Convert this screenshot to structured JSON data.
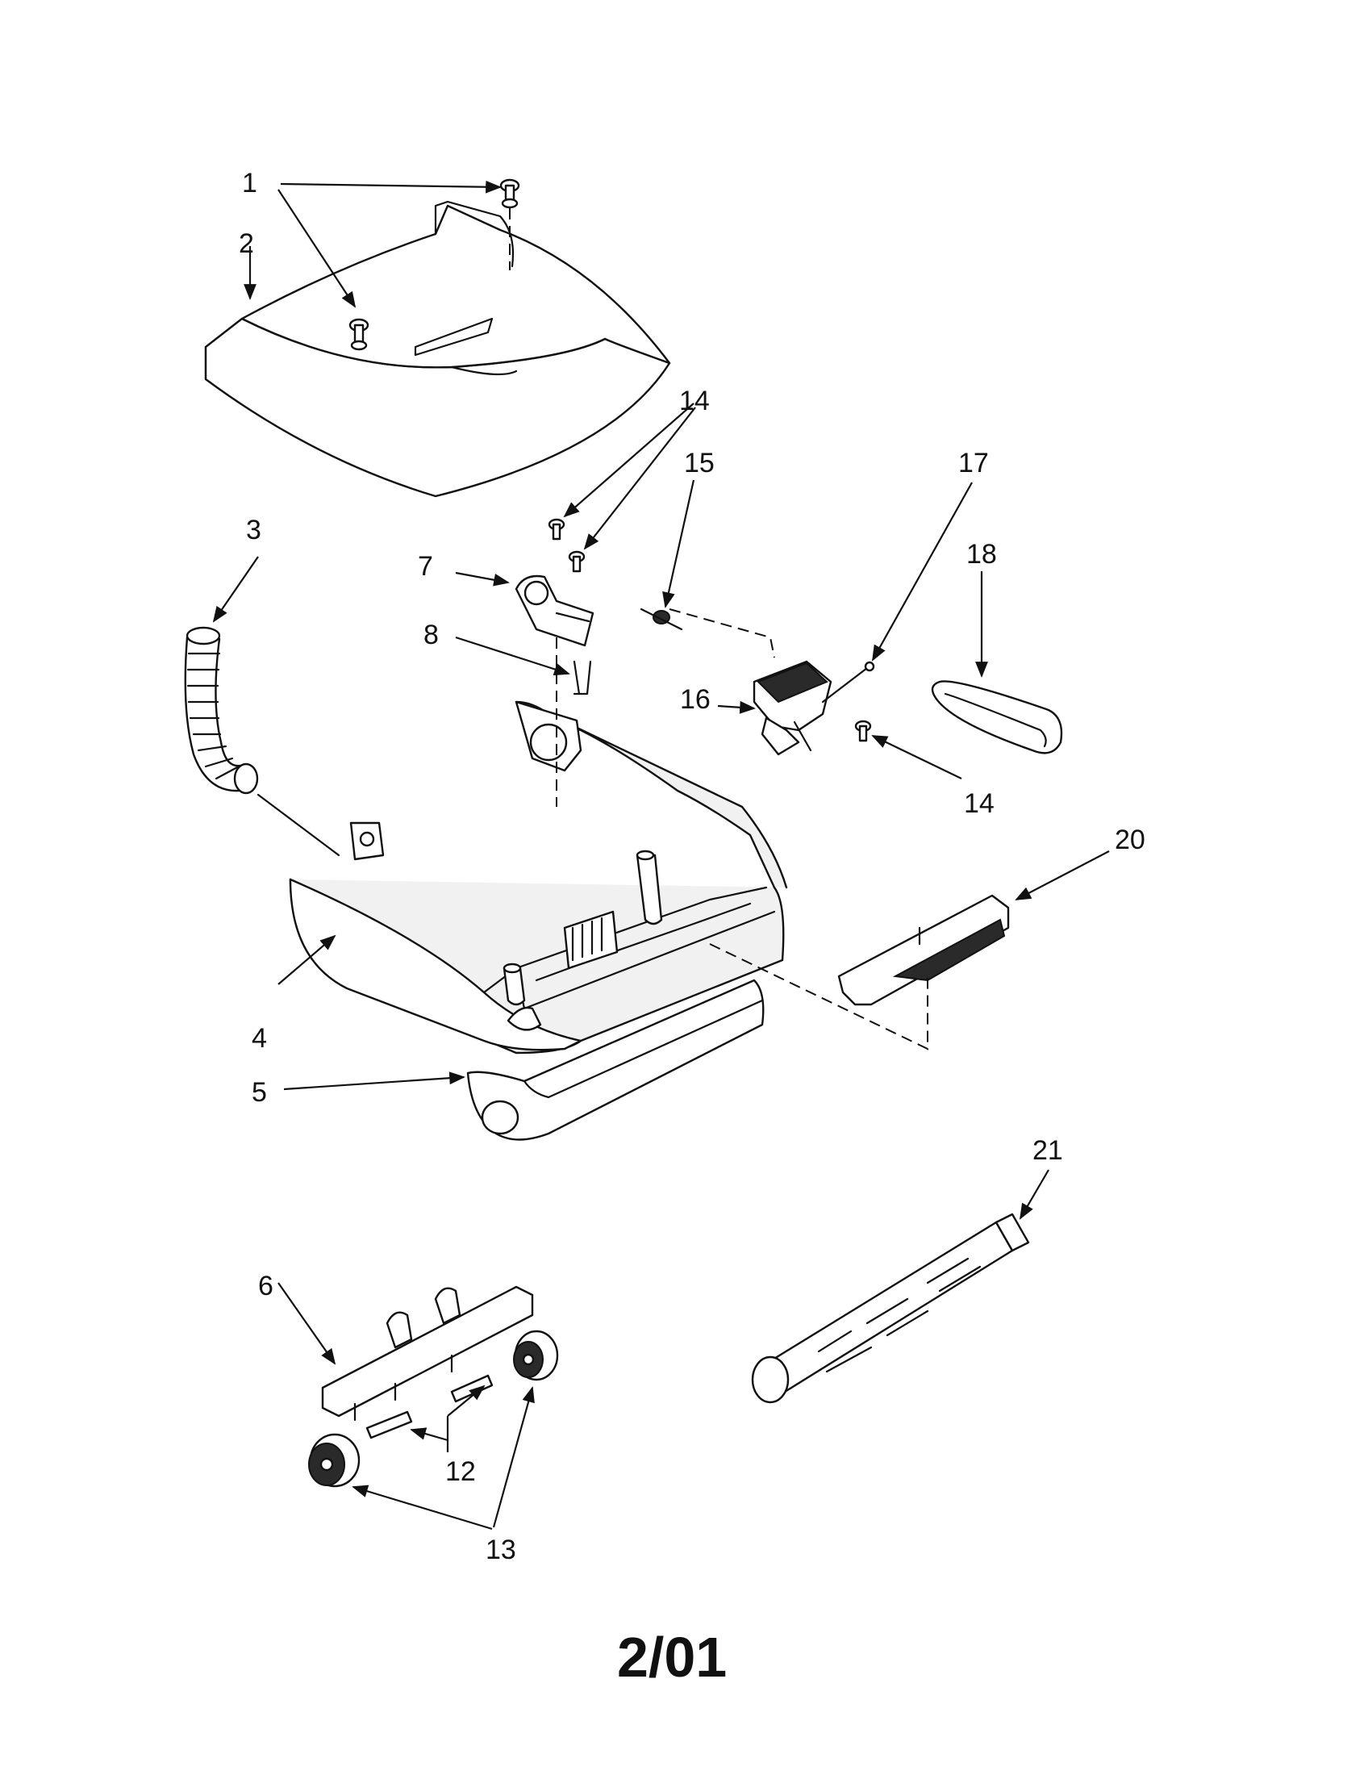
{
  "labels": {
    "l1": "1",
    "l2": "2",
    "l3": "3",
    "l4": "4",
    "l5": "5",
    "l6": "6",
    "l7": "7",
    "l8": "8",
    "l12": "12",
    "l13": "13",
    "l14a": "14",
    "l14b": "14",
    "l15": "15",
    "l16": "16",
    "l17": "17",
    "l18": "18",
    "l20": "20",
    "l21": "21"
  },
  "footer": {
    "date_code": "2/01"
  }
}
